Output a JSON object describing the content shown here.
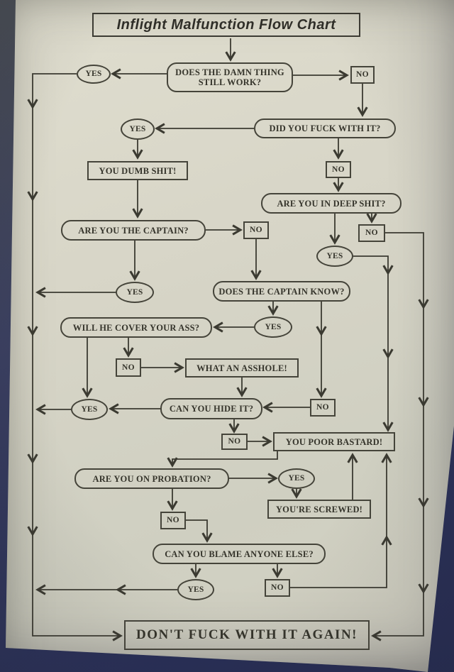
{
  "photo": {
    "board_color": "#2a3058",
    "paper_color": "#d7d5c7",
    "ink_color": "#3b3a31"
  },
  "title": {
    "label": "Inflight Malfunction Flow Chart"
  },
  "nodes": {
    "still_work": {
      "label": "DOES THE DAMN THING STILL WORK?",
      "shape": "rounded"
    },
    "yes_still_work": {
      "label": "YES",
      "shape": "ellipse"
    },
    "no_still_work": {
      "label": "NO",
      "shape": "rect"
    },
    "did_you_fuck": {
      "label": "DID YOU FUCK WITH IT?",
      "shape": "rounded"
    },
    "yes_fucked": {
      "label": "YES",
      "shape": "ellipse"
    },
    "no_fucked": {
      "label": "NO",
      "shape": "rect"
    },
    "dumb_shit": {
      "label": "YOU DUMB SHIT!",
      "shape": "rect"
    },
    "deep_shit": {
      "label": "ARE YOU IN DEEP SHIT?",
      "shape": "rounded"
    },
    "yes_deep_shit": {
      "label": "YES",
      "shape": "ellipse"
    },
    "no_deep_shit": {
      "label": "NO",
      "shape": "rect"
    },
    "captain": {
      "label": "ARE YOU THE CAPTAIN?",
      "shape": "rounded"
    },
    "no_captain": {
      "label": "NO",
      "shape": "rect"
    },
    "yes_captain": {
      "label": "YES",
      "shape": "ellipse"
    },
    "captain_know": {
      "label": "DOES THE CAPTAIN KNOW?",
      "shape": "rounded"
    },
    "yes_captain_know": {
      "label": "YES",
      "shape": "ellipse"
    },
    "no_captain_know": {
      "label": "NO",
      "shape": "rect"
    },
    "cover_ass": {
      "label": "WILL HE COVER YOUR ASS?",
      "shape": "rounded"
    },
    "no_cover": {
      "label": "NO",
      "shape": "rect"
    },
    "asshole": {
      "label": "WHAT AN ASSHOLE!",
      "shape": "rect"
    },
    "hide_it": {
      "label": "CAN YOU HIDE IT?",
      "shape": "rounded"
    },
    "yes_hide": {
      "label": "YES",
      "shape": "ellipse"
    },
    "no_hide": {
      "label": "NO",
      "shape": "rect"
    },
    "poor_bastard": {
      "label": "YOU POOR BASTARD!",
      "shape": "rect"
    },
    "probation": {
      "label": "ARE YOU ON PROBATION?",
      "shape": "rounded"
    },
    "yes_probation": {
      "label": "YES",
      "shape": "ellipse"
    },
    "screwed": {
      "label": "YOU'RE SCREWED!",
      "shape": "rect"
    },
    "no_probation": {
      "label": "NO",
      "shape": "rect"
    },
    "blame": {
      "label": "CAN YOU BLAME ANYONE ELSE?",
      "shape": "rounded"
    },
    "yes_blame": {
      "label": "YES",
      "shape": "ellipse"
    },
    "no_blame": {
      "label": "NO",
      "shape": "rect"
    },
    "dont_fuck": {
      "label": "DON'T FUCK WITH IT AGAIN!",
      "shape": "rect"
    }
  }
}
